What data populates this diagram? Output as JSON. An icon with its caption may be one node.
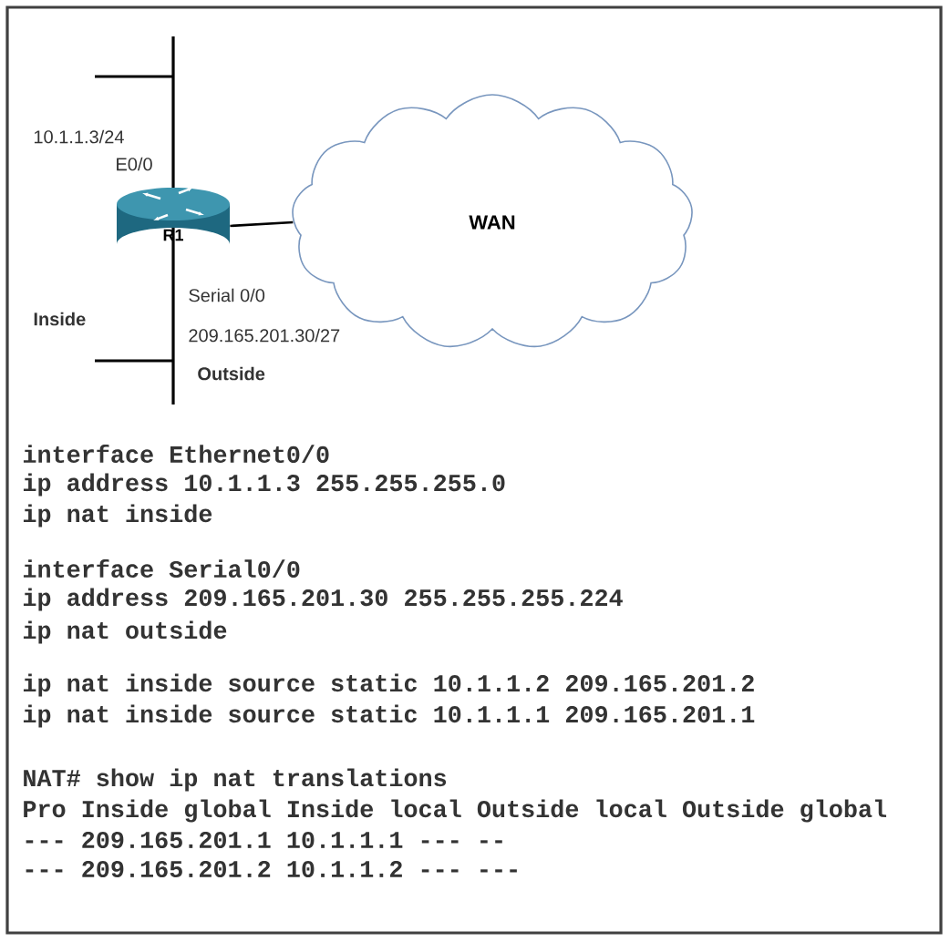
{
  "diagram": {
    "nodes": [
      {
        "text": [
          "R1"
        ]
      },
      {
        "text": [
          "WAN"
        ]
      }
    ],
    "edges": [
      {
        "from": 0,
        "to": 1,
        "arrow": "none"
      }
    ],
    "labels": [
      "10.1.1.3/24",
      "E0/0",
      "Serial 0/0",
      "Inside",
      "209.165.201.30/27",
      "Outside",
      "interface Ethernet0/0",
      "ip address 10.1.1.3 255.255.255.0",
      "ip nat inside",
      "interface Serial0/0",
      "ip address 209.165.201.30 255.255.255.224",
      "ip nat outside",
      "ip nat inside source static 10.1.1.2 209.165.201.2",
      "ip nat inside source static 10.1.1.1 209.165.201.1",
      "NAT# show ip nat translations",
      "Pro Inside global Inside local Outside local Outside global",
      "--- 209.165.201.1 10.1.1.1 --- --",
      "--- 209.165.201.2 10.1.1.2 --- ---"
    ]
  }
}
